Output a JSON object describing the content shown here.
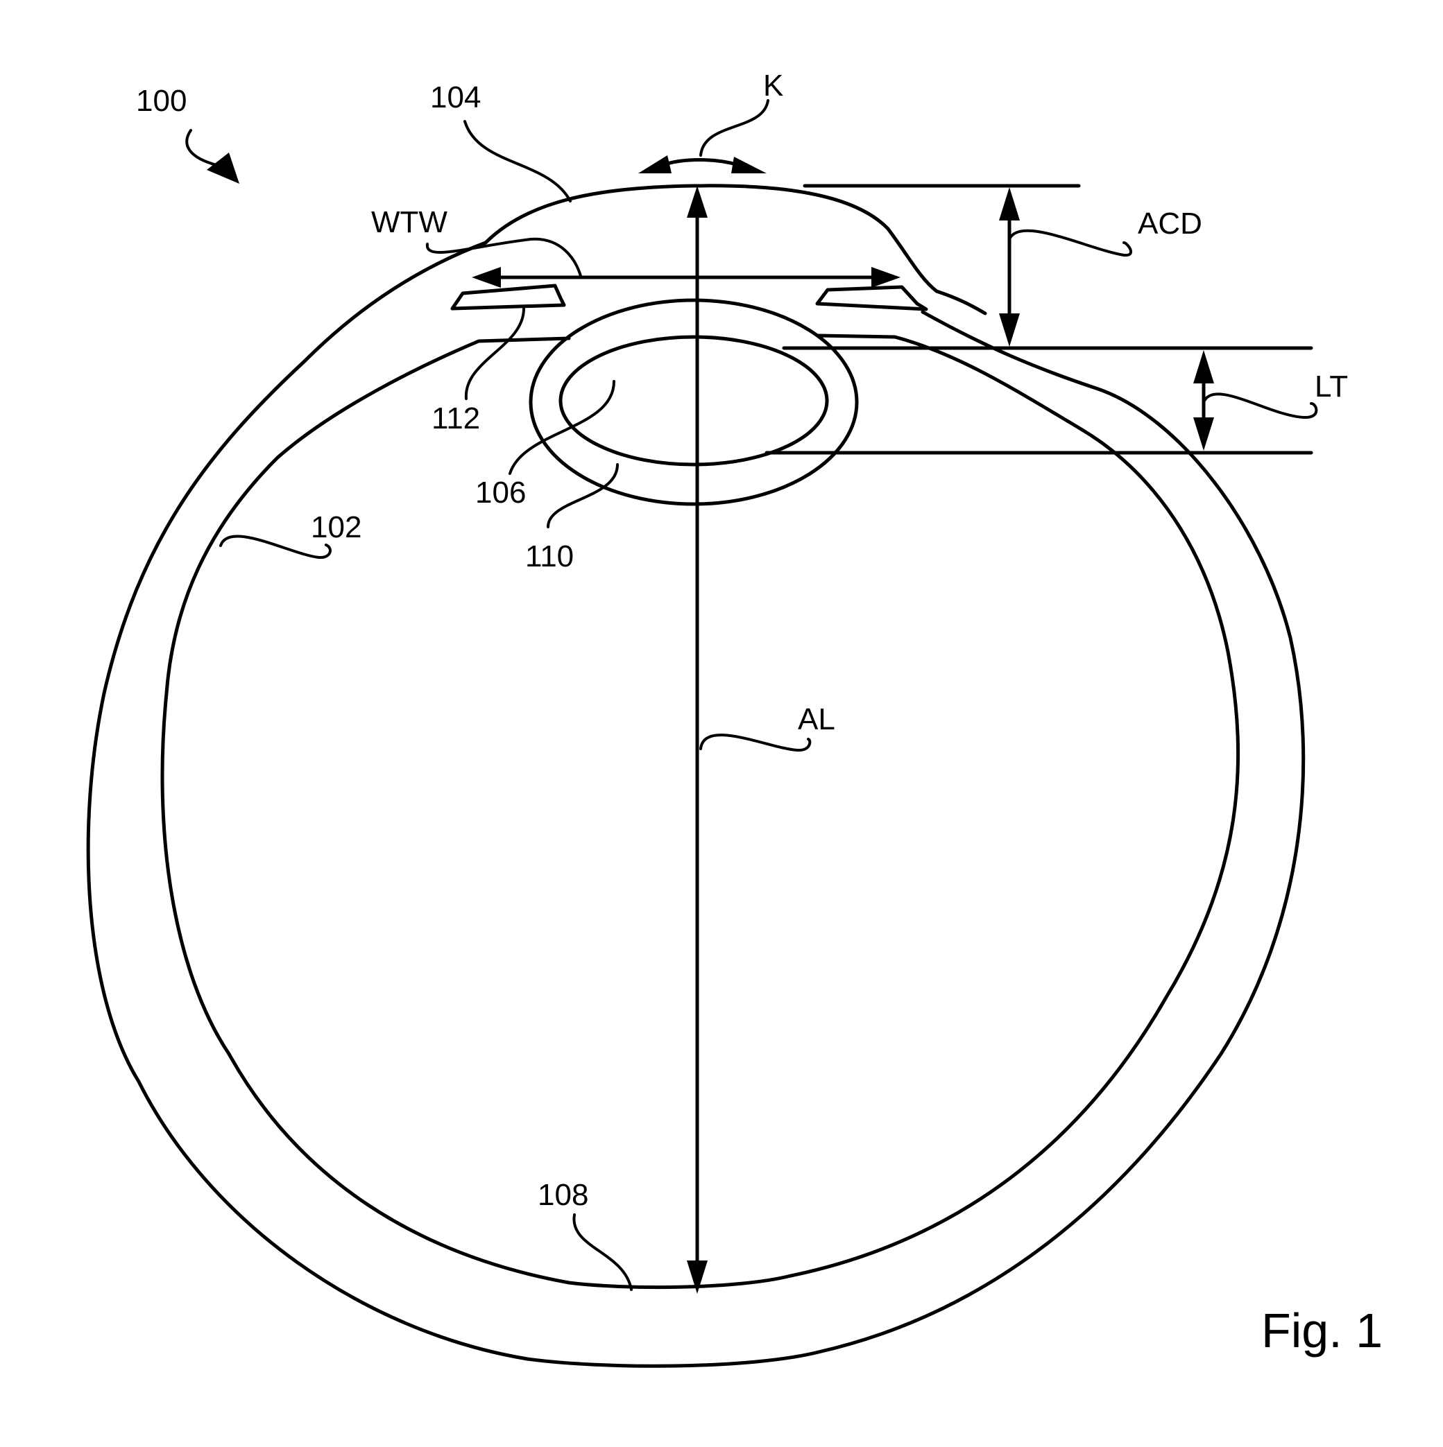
{
  "labels": {
    "ref_100": "100",
    "ref_104": "104",
    "k": "K",
    "wtw": "WTW",
    "acd": "ACD",
    "lt": "LT",
    "ref_112": "112",
    "ref_106": "106",
    "ref_110": "110",
    "ref_102": "102",
    "al": "AL",
    "ref_108": "108"
  },
  "figure_label": "Fig. 1"
}
